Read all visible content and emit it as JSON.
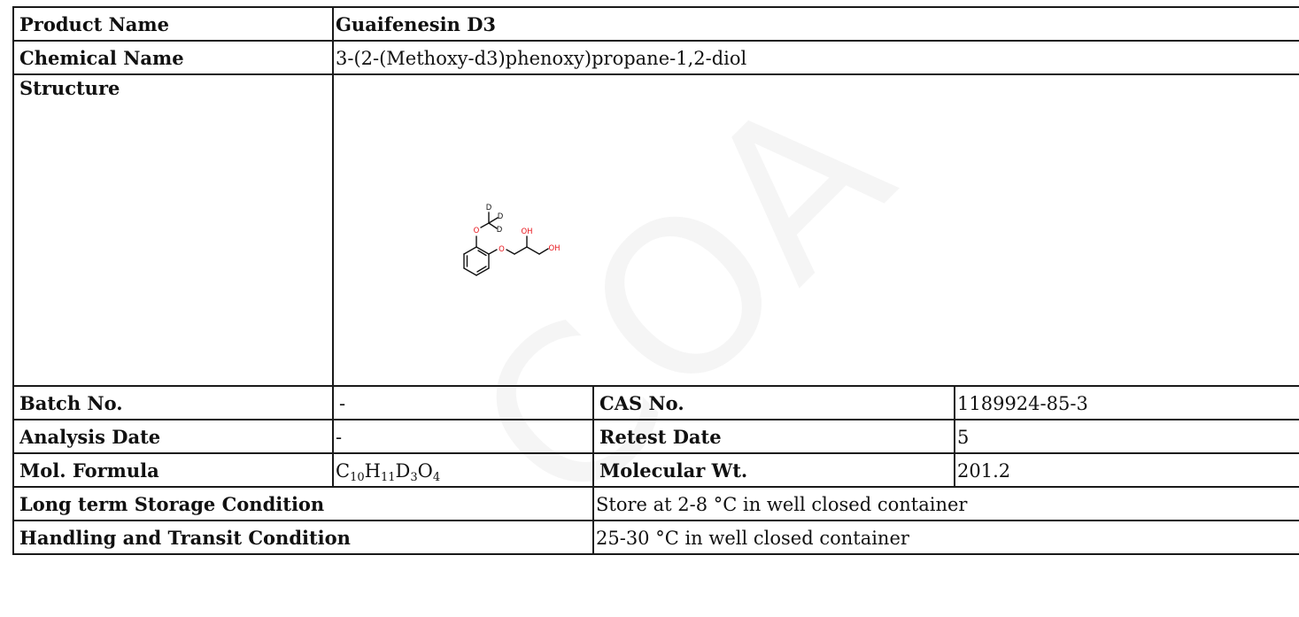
{
  "product_name": {
    "label": "Product Name",
    "value": "Guaifenesin D3"
  },
  "chemical_name": {
    "label": "Chemical Name",
    "value": "3-(2-(Methoxy-d3)phenoxy)propane-1,2-diol"
  },
  "structure": {
    "label": "Structure",
    "atoms": {
      "o_methoxy": "O",
      "o_ether": "O",
      "oh1": "OH",
      "oh2": "OH",
      "d1": "D",
      "d2": "D",
      "d3": "D"
    }
  },
  "batch_no": {
    "label": "Batch No.",
    "value": "-"
  },
  "cas_no": {
    "label": "CAS No.",
    "value": "1189924-85-3"
  },
  "analysis_date": {
    "label": "Analysis Date",
    "value": "-"
  },
  "retest_date": {
    "label": "Retest Date",
    "value": "5"
  },
  "mol_formula": {
    "label": "Mol. Formula",
    "parts": [
      {
        "el": "C",
        "n": "10"
      },
      {
        "el": "H",
        "n": "11"
      },
      {
        "el": "D",
        "n": "3"
      },
      {
        "el": "O",
        "n": "4"
      }
    ]
  },
  "molecular_wt": {
    "label": "Molecular Wt.",
    "value": "201.2"
  },
  "long_term_storage": {
    "label": "Long term Storage Condition",
    "value": "Store at 2-8 °C in well closed container"
  },
  "handling_transit": {
    "label": "Handling and Transit Condition",
    "value": "25-30 °C in well closed container"
  },
  "colors": {
    "heteroatom": "#e8141b",
    "border": "#1a1a1a"
  },
  "watermark_text": "COA"
}
